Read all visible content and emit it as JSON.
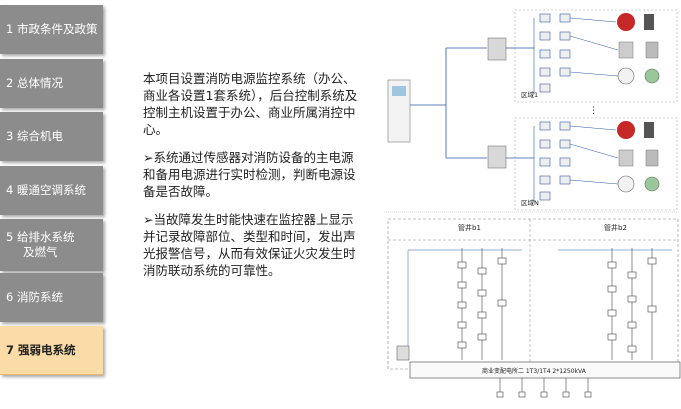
{
  "sidebar": {
    "items": [
      {
        "label": "1 市政条件及政策"
      },
      {
        "label": "2 总体情况"
      },
      {
        "label": "3 综合机电"
      },
      {
        "label": "4 暖通空调系统"
      },
      {
        "label": "5 给排水系统\n及燃气"
      },
      {
        "label": "6 消防系统"
      },
      {
        "label": "7 强弱电系统"
      }
    ]
  },
  "main": {
    "paragraphs": [
      "本项目设置消防电源监控系统（办公、商业各设置1套系统），后台控制系统及控制主机设置于办公、商业所属消控中心。",
      "➢系统通过传感器对消防设备的主电源和备用电源进行实时检测，判断电源设备是否故障。",
      "➢当故障发生时能快速在监控器上显示并记录故障部位、类型和时间，发出声光报警信号，从而有效保证火灾发生时消防联动系统的可靠性。"
    ]
  },
  "diagram_top": {
    "zone1": "区域1",
    "zoneN": "区域N",
    "dots": "⋮"
  },
  "diagram_bottom": {
    "shaft1": "管井b1",
    "shaft2": "管井b2",
    "substation": "商业变配电所二  1T3/1T4  2*1250kVA"
  },
  "colors": {
    "nav_bg": "#8c8c8c",
    "nav_active_bg": "#fbdca6",
    "text": "#222222"
  }
}
